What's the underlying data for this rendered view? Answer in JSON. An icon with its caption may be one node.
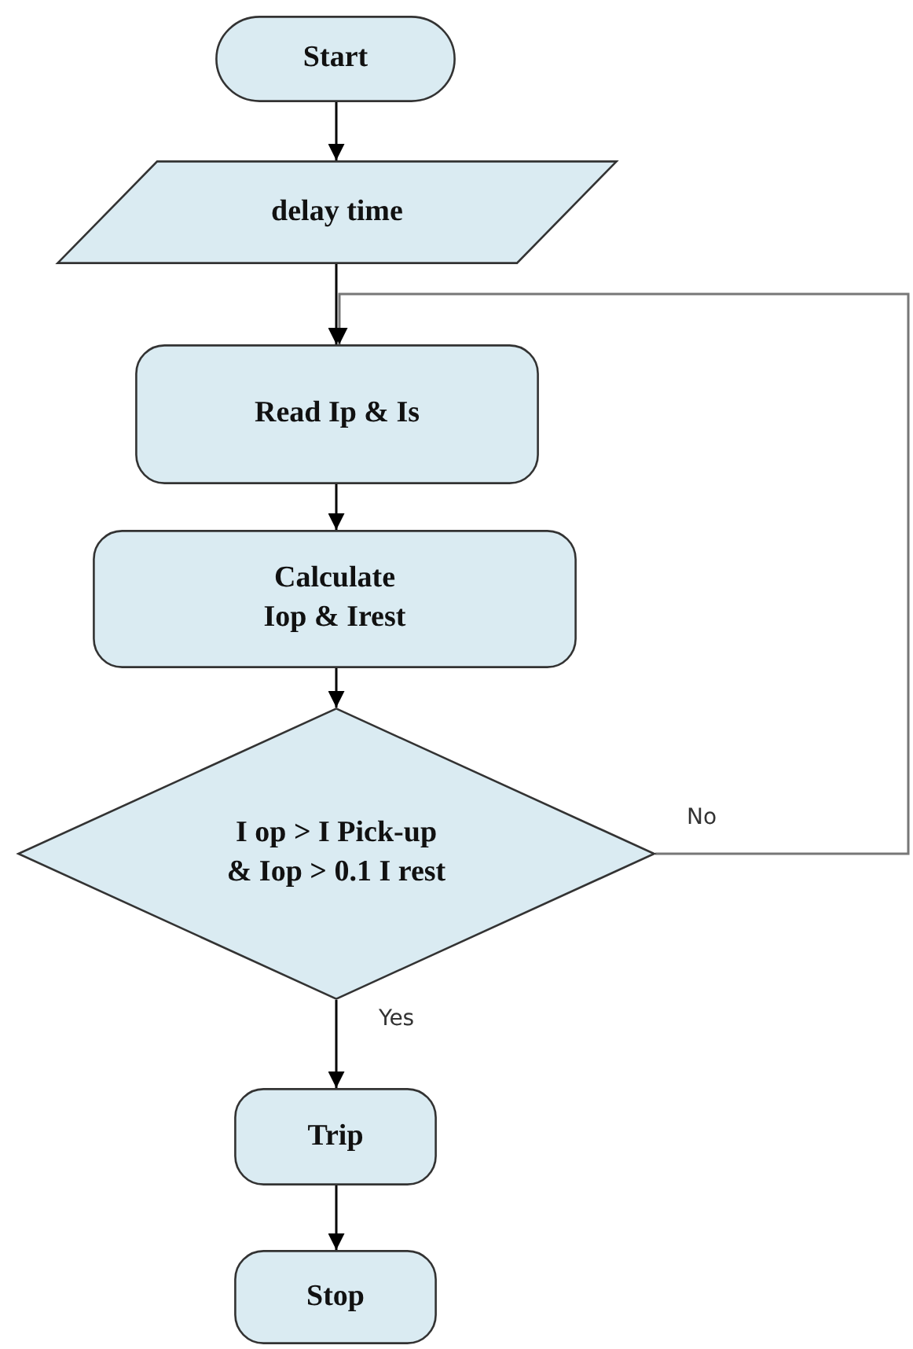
{
  "diagram": {
    "nodes": [
      {
        "text": [
          "Start"
        ]
      },
      {
        "text": [
          "delay time"
        ]
      },
      {
        "text": [
          "Read Ip & Is"
        ]
      },
      {
        "text": [
          "Calculate Iop & Irest"
        ]
      },
      {
        "text": [
          "I op > I Pick-up & Iop > 0.1 I rest"
        ]
      },
      {
        "text": [
          "Trip"
        ]
      },
      {
        "text": [
          "Stop"
        ]
      }
    ],
    "edges": [
      {
        "from": 0,
        "to": 1,
        "arrow": "to"
      },
      {
        "from": 1,
        "to": 2,
        "arrow": "to"
      },
      {
        "from": 2,
        "to": 3,
        "arrow": "to"
      },
      {
        "from": 3,
        "to": 4,
        "arrow": "to"
      },
      {
        "from": 4,
        "to": 5,
        "label": "Yes",
        "arrow": "to"
      },
      {
        "from": 5,
        "to": 6,
        "arrow": "to"
      },
      {
        "from": 4,
        "to": 2,
        "label": "No",
        "arrow": "to",
        "color": "#777777"
      }
    ]
  }
}
